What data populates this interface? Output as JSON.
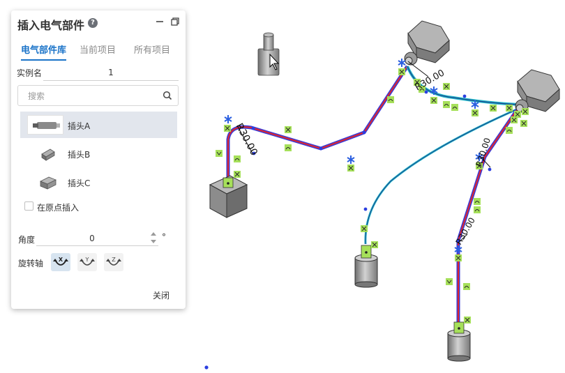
{
  "panel": {
    "title": "插入电气部件",
    "help": "?",
    "tabs": [
      {
        "label": "电气部件库",
        "active": true
      },
      {
        "label": "当前项目",
        "active": false
      },
      {
        "label": "所有项目",
        "active": false
      }
    ],
    "instance": {
      "label": "实例名",
      "value": "1"
    },
    "search": {
      "placeholder": "搜索"
    },
    "items": [
      {
        "label": "插头A",
        "selected": true
      },
      {
        "label": "插头B",
        "selected": false
      },
      {
        "label": "插头C",
        "selected": false
      }
    ],
    "origin_insert": {
      "label": "在原点插入",
      "checked": false
    },
    "angle": {
      "label": "角度",
      "value": "0",
      "unit": "°"
    },
    "rotate": {
      "label": "旋转轴",
      "axes": [
        "X",
        "Y",
        "Z"
      ],
      "active_axis": "X"
    },
    "close_label": "关闭"
  },
  "viewport": {
    "dimensions": [
      "R30.00",
      "R30.00",
      "R30.00",
      "R30.00"
    ]
  },
  "colors": {
    "accent": "#1a73c8",
    "wire_red": "#e0262a",
    "wire_cyan": "#22b7c9",
    "wire_blue": "#3b3bd6",
    "marker_green": "#a6e05a",
    "hardware_gray": "#8a8a8a"
  }
}
